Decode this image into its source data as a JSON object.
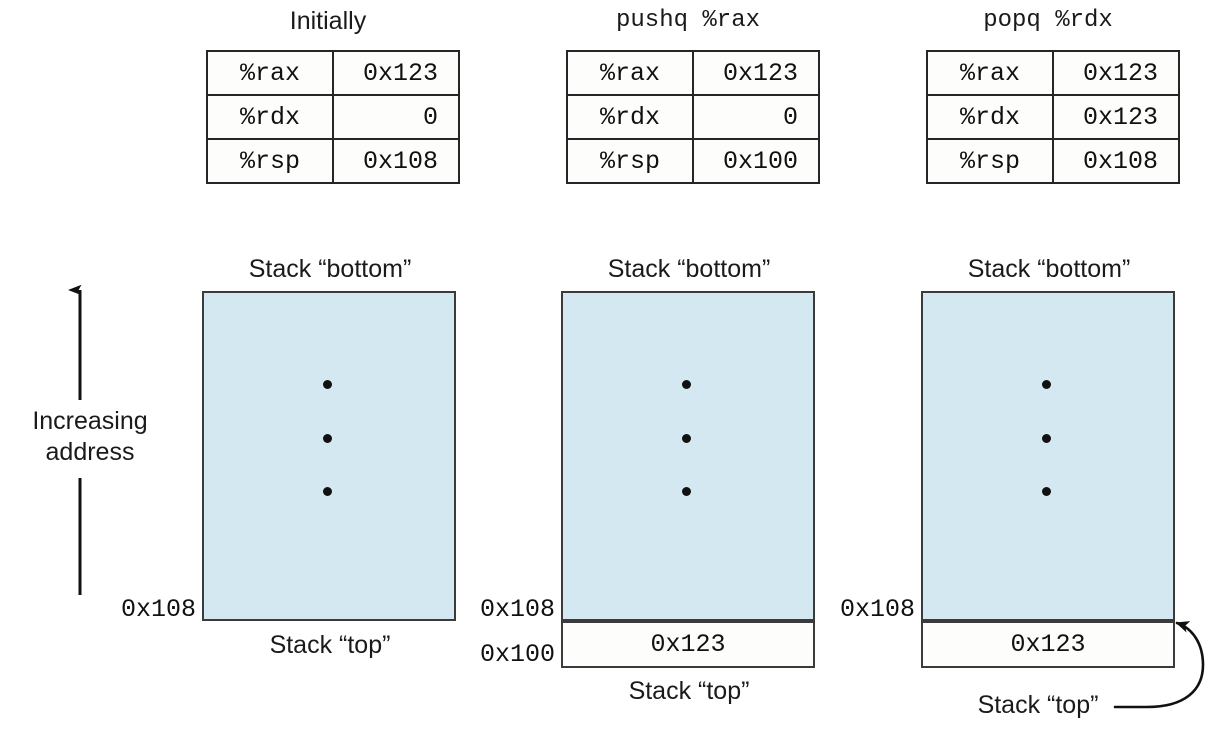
{
  "figure": {
    "axis": {
      "label": "Increasing\naddress",
      "arrow_direction": "up"
    },
    "colors": {
      "stack_fill": "#d4e8f1",
      "cell_fill": "#fdfdfb",
      "border": "#3b3b3b",
      "text": "#1a1a1a"
    },
    "columns": [
      {
        "id": "initially",
        "title": "Initially",
        "title_font": "sans",
        "registers": [
          {
            "name": "%rax",
            "value": "0x123"
          },
          {
            "name": "%rdx",
            "value": "0"
          },
          {
            "name": "%rsp",
            "value": "0x108"
          }
        ],
        "stack": {
          "top_label": "Stack “bottom”",
          "bottom_label": "Stack “top”",
          "left_addresses": [
            "0x108"
          ],
          "pushed_value": null,
          "has_curved_pointer": false
        }
      },
      {
        "id": "pushq",
        "title": "pushq %rax",
        "title_font": "mono",
        "registers": [
          {
            "name": "%rax",
            "value": "0x123"
          },
          {
            "name": "%rdx",
            "value": "0"
          },
          {
            "name": "%rsp",
            "value": "0x100"
          }
        ],
        "stack": {
          "top_label": "Stack “bottom”",
          "bottom_label": "Stack “top”",
          "left_addresses": [
            "0x108",
            "0x100"
          ],
          "pushed_value": "0x123",
          "has_curved_pointer": false
        }
      },
      {
        "id": "popq",
        "title": "popq %rdx",
        "title_font": "mono",
        "registers": [
          {
            "name": "%rax",
            "value": "0x123"
          },
          {
            "name": "%rdx",
            "value": "0x123"
          },
          {
            "name": "%rsp",
            "value": "0x108"
          }
        ],
        "stack": {
          "top_label": "Stack “bottom”",
          "bottom_label": "Stack “top”",
          "left_addresses": [
            "0x108"
          ],
          "pushed_value": "0x123",
          "has_curved_pointer": true
        }
      }
    ]
  }
}
